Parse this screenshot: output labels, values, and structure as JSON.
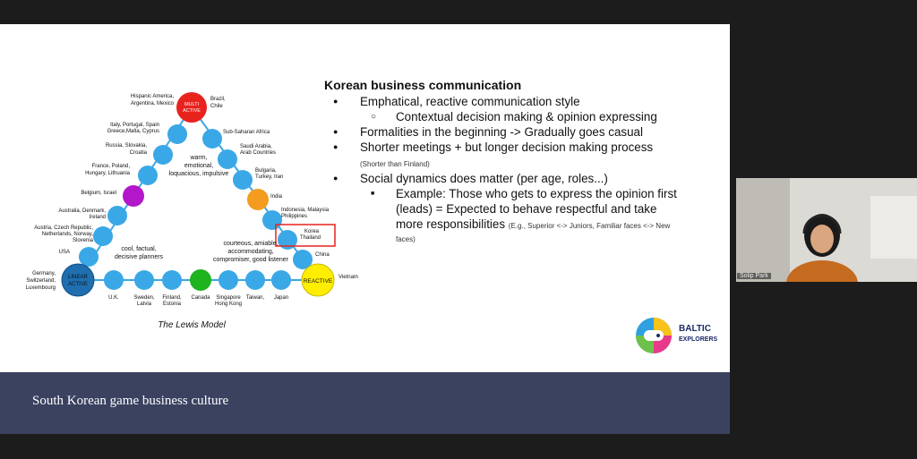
{
  "footer": {
    "title": "South Korean game business culture"
  },
  "content": {
    "heading": "Korean business communication",
    "bullets": [
      "Emphatical, reactive communication style",
      "Formalities in the beginning -> Gradually goes casual",
      "Shorter meetings + but longer decision making process",
      "Social dynamics does matter (per age, roles...)"
    ],
    "sub_bullet_1": "Contextual decision making & opinion expressing",
    "note_shorter": "(Shorter than Finland)",
    "example_line1": "Example: Those who gets to express the opinion first",
    "example_line2": "(leads) = Expected to behave respectful and take",
    "example_line3": "more responsibilities",
    "example_small_1": "(E.g., Superior <-> Juniors, Familiar faces <-> New",
    "example_small_2": "faces)"
  },
  "lewis": {
    "caption": "The Lewis Model",
    "corners": {
      "multi": "MULTI ACTIVE",
      "linear": "LINEAR ACTIVE",
      "reactive": "REACTIVE"
    },
    "inner_labels": {
      "multi": [
        "warm,",
        "emotional,",
        "loquacious, impulsive"
      ],
      "linear": [
        "cool, factual,",
        "decisive planners"
      ],
      "reactive": [
        "courteous, amiable,",
        "accommodating,",
        "compromiser, good listener"
      ]
    },
    "left_labels": [
      [
        "Hispanic America,",
        "Argentina, Mexico"
      ],
      [
        "Italy, Portugal, Spain",
        "Greece,Malta, Cyprus"
      ],
      [
        "Russia, Slovakia,",
        "Croatia"
      ],
      [
        "France, Poland,",
        "Hungary, Lithuania"
      ],
      [
        "Belgium, Israel"
      ],
      [
        "Australia, Denmark,",
        "Ireland"
      ],
      [
        "Austria, Czech Republic,",
        "Netherlands, Norway,",
        "Slovenia"
      ],
      [
        "USA"
      ],
      [
        "Germany,",
        "Switzerland,",
        "Luxembourg"
      ]
    ],
    "right_labels": [
      [
        "Brazil,",
        "Chile"
      ],
      [
        "Sub-Saharan Africa"
      ],
      [
        "Saudi Arabia,",
        "Arab Countries"
      ],
      [
        "Bulgaria,",
        "Turkey, Iran"
      ],
      [
        "India"
      ],
      [
        "Indonesia, Malaysia",
        "Philippines"
      ],
      [
        "Korea",
        "Thailand"
      ],
      [
        "China"
      ],
      [
        "Vietnam"
      ]
    ],
    "bottom_labels": [
      [
        "U.K."
      ],
      [
        "Sweden,",
        "Latvia"
      ],
      [
        "Finland,",
        "Estonia"
      ],
      [
        "Canada"
      ],
      [
        "Singapore",
        "Hong Kong"
      ],
      [
        "Taiwan,"
      ],
      [
        "Japan"
      ]
    ]
  },
  "logo": {
    "line1": "BALTIC",
    "line2": "EXPLORERS"
  },
  "participant": {
    "name": "Solip Park"
  },
  "colors": {
    "footer": "#3a4260",
    "node_blue": "#3aa8e6",
    "multi": "#e8231e",
    "linear": "#1f6fb0",
    "reactive": "#ffee00",
    "highlight": "#e8231e"
  }
}
